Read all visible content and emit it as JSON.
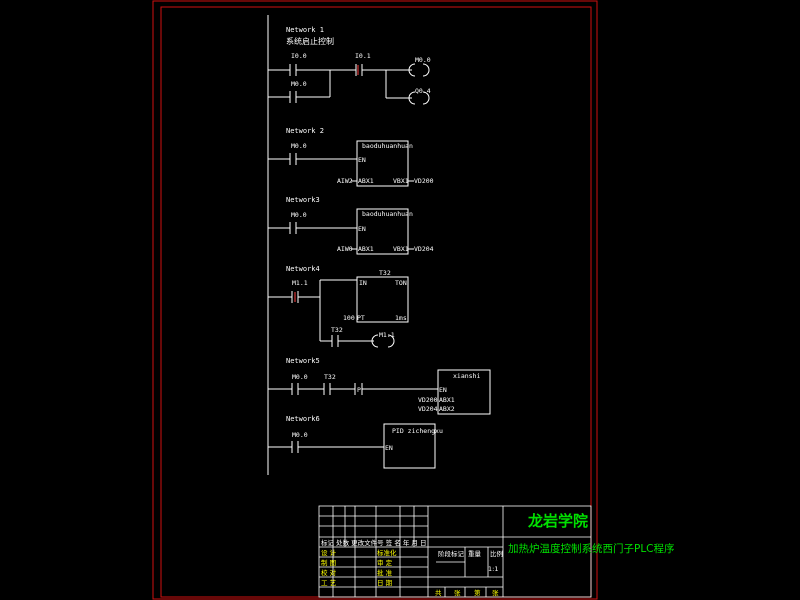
{
  "colors": {
    "background": "#000000",
    "frame": "#d01010",
    "ladder": "#ffffff",
    "contact_marker": "#ff4040",
    "title_text": "#00e000",
    "title_block_text": "#ffff00"
  },
  "ladder": {
    "network1": {
      "title": "Network 1",
      "comment": "系统启止控制",
      "contact_start": "I0.0",
      "contact_latch": "M0.0",
      "contact_stop": "I0.1",
      "coil_run": "M0.0",
      "coil_output": "Q0.4"
    },
    "network2": {
      "title": "Network 2",
      "contact": "M0.0",
      "box_name": "baoduhuanhuan",
      "en": "EN",
      "input_addr": "AIW2",
      "input_pin": "ABX1",
      "output_pin": "VBX1",
      "output_addr": "VD200"
    },
    "network3": {
      "title": "Network3",
      "contact": "M0.0",
      "box_name": "baoduhuanhuan",
      "en": "EN",
      "input_addr": "AIW0",
      "input_pin": "ABX1",
      "output_pin": "VBX1",
      "output_addr": "VD204"
    },
    "network4": {
      "title": "Network4",
      "contact": "M1.1",
      "timer_name": "T32",
      "timer_in": "IN",
      "timer_type": "TON",
      "preset": "100",
      "pt": "PT",
      "resolution": "1ms",
      "contact_timer": "T32",
      "coil": "M1.1"
    },
    "network5": {
      "title": "Network5",
      "contact_a": "M0.0",
      "contact_b": "T32",
      "edge": "P",
      "box_name": "xianshi",
      "en": "EN",
      "in1_addr": "VD200",
      "in1_pin": "ABX1",
      "in2_addr": "VD204",
      "in2_pin": "ABX2"
    },
    "network6": {
      "title": "Network6",
      "contact": "M0.0",
      "box_name": "PID zichengxu",
      "en": "EN"
    }
  },
  "title_block": {
    "institution": "龙岩学院",
    "drawing_title": "加热炉温度控制系统西门子PLC程序",
    "revision_header": "标记 处数 更改文件号 签 名 年 月 日",
    "row_labels": [
      "设 计",
      "制 图",
      "校 对",
      "工 艺"
    ],
    "mid_labels": [
      "标准化",
      "审 定",
      "批 准",
      "日 期"
    ],
    "stage_label": "阶段标记",
    "weight_label": "重量",
    "scale_label": "比例",
    "scale_value": "1:1",
    "sheet_labels": [
      "共",
      "张",
      "第",
      "张"
    ]
  }
}
